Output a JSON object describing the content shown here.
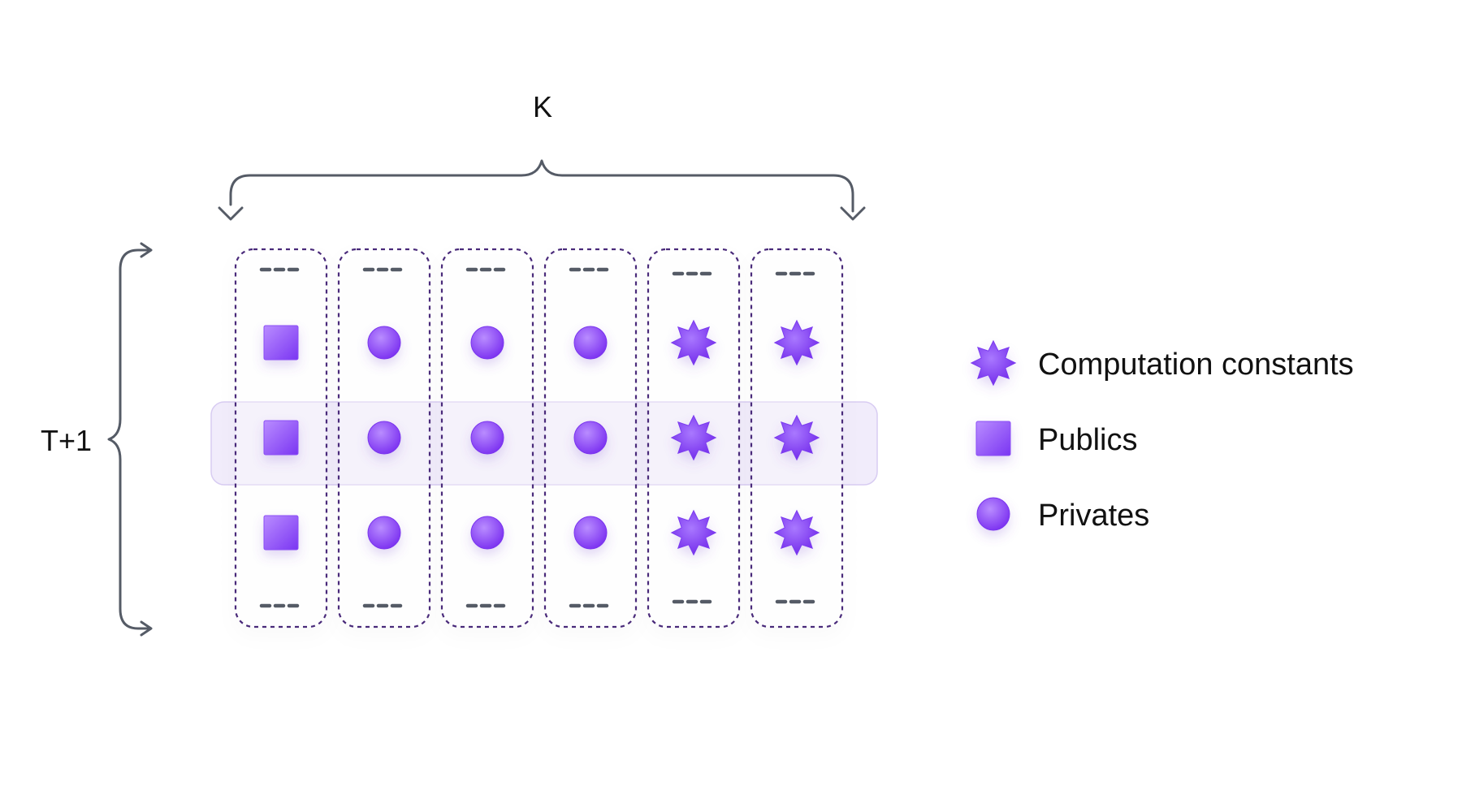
{
  "dimension_labels": {
    "columns": "K",
    "rows": "T+1"
  },
  "columns": [
    {
      "symbol": "square"
    },
    {
      "symbol": "circle"
    },
    {
      "symbol": "circle"
    },
    {
      "symbol": "circle"
    },
    {
      "symbol": "star"
    },
    {
      "symbol": "star"
    }
  ],
  "visible_row_count": 3,
  "highlighted_row": 2,
  "legend": [
    {
      "symbol": "star",
      "label": "Computation constants"
    },
    {
      "symbol": "square",
      "label": "Publics"
    },
    {
      "symbol": "circle",
      "label": "Privates"
    }
  ],
  "colors": {
    "accent": "#8b3cf6",
    "accent_light": "#b388ff",
    "dashed_border": "#4a2a7a",
    "ellipsis": "#555b66",
    "brace": "#555b66",
    "highlight_fill": "#ece6f9"
  }
}
